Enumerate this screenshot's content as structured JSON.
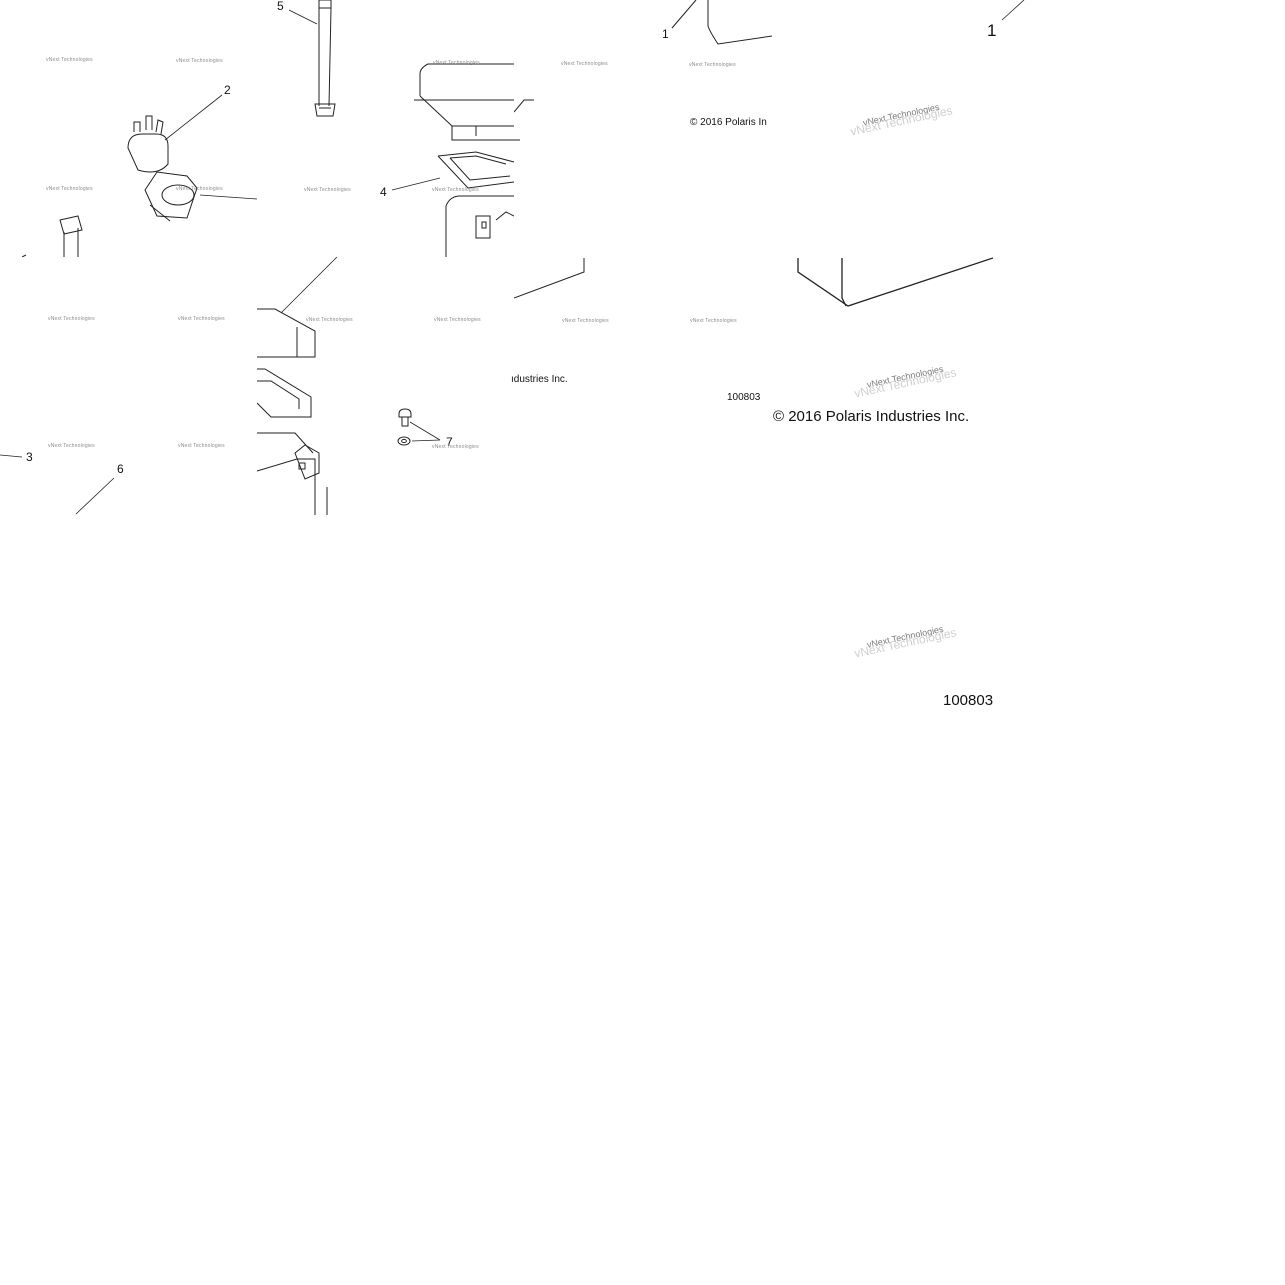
{
  "callouts": {
    "c1_small": "1",
    "c1_big": "1",
    "c2": "2",
    "c3": "3",
    "c4": "4",
    "c5": "5",
    "c6": "6",
    "c7": "7"
  },
  "copyright": {
    "partial_top": "© 2016 Polaris In",
    "partial_mid": "ıdustries Inc.",
    "full": "© 2016 Polaris Industries Inc."
  },
  "figure_number": {
    "small": "100803",
    "large": "100803"
  },
  "watermark": {
    "text": "vNext Technologies",
    "ghost": "vNext Technologies"
  }
}
